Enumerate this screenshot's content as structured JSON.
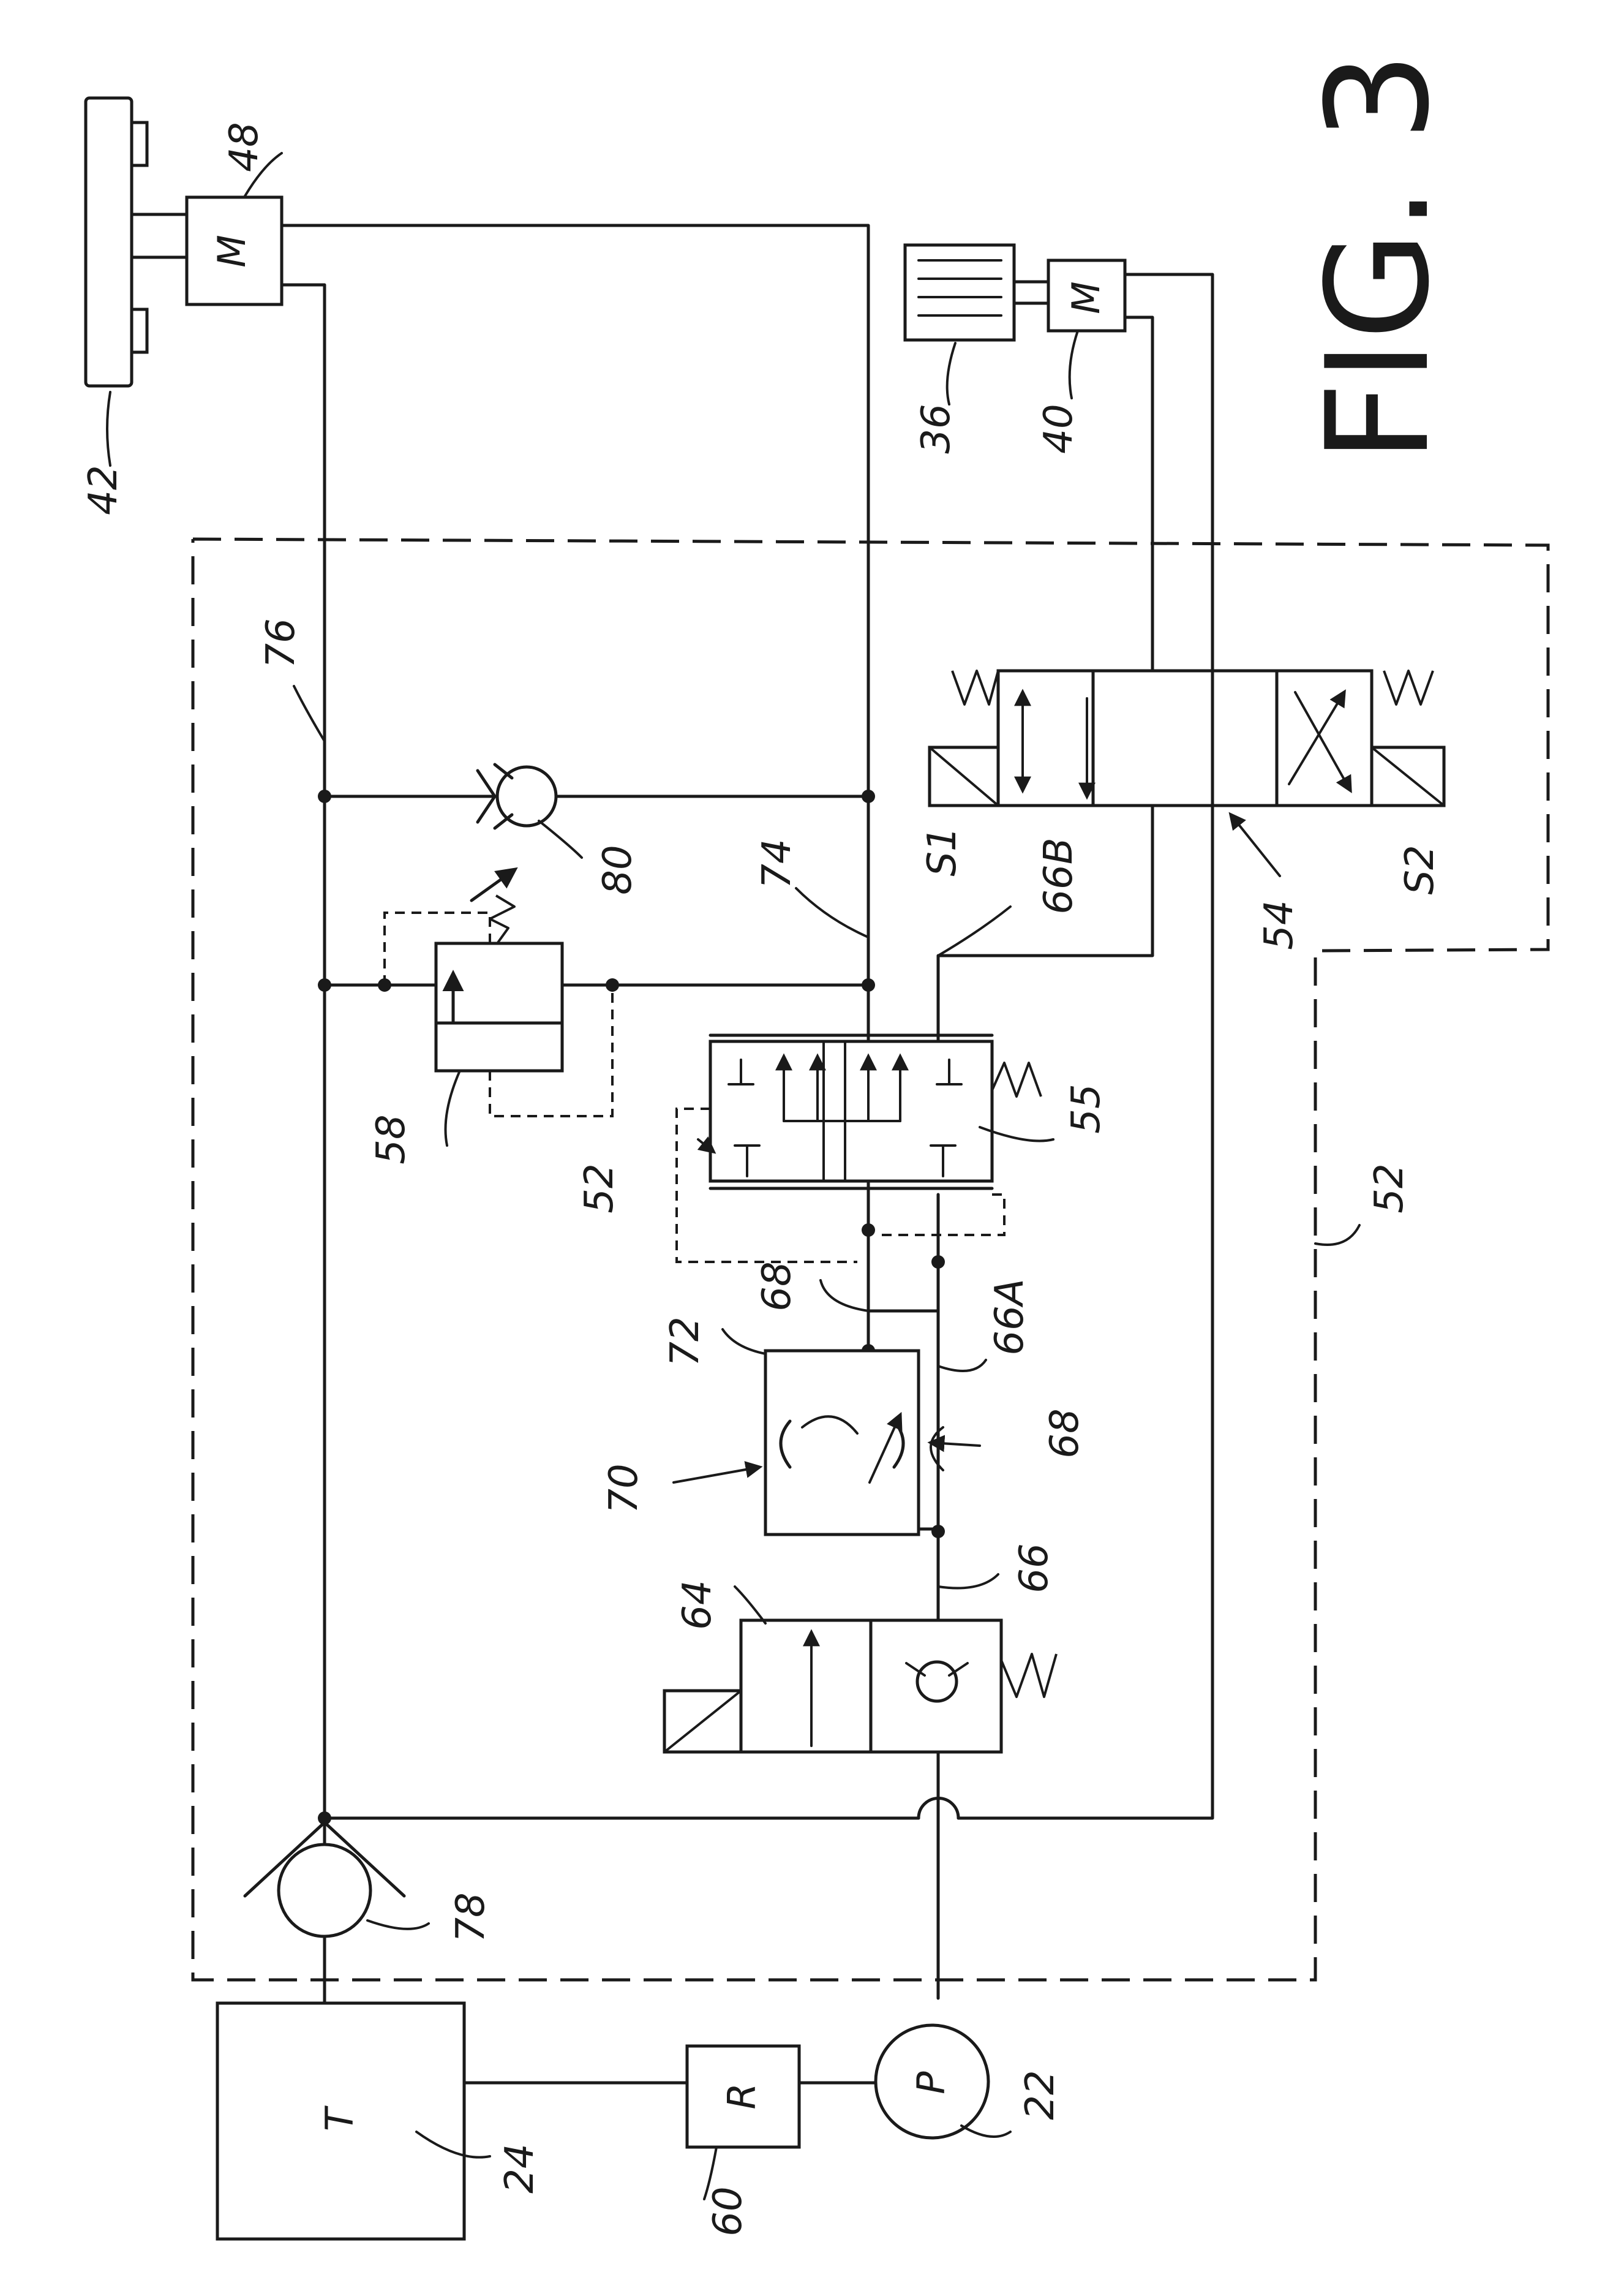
{
  "figure_title": "FIG. 3",
  "labels": {
    "l42": "42",
    "l48": "48",
    "l36": "36",
    "l40": "40",
    "l76": "76",
    "l74": "74",
    "l80": "80",
    "l58": "58",
    "l52a": "52",
    "l55": "55",
    "l66B": "66B",
    "lS1": "S1",
    "l54": "54",
    "lS2": "S2",
    "l52b": "52",
    "l68a": "68",
    "l72": "72",
    "l70": "70",
    "l68b": "68",
    "l66A": "66A",
    "l64": "64",
    "l66": "66",
    "l78": "78",
    "l24": "24",
    "l60": "60",
    "l22": "22"
  },
  "symbols": {
    "motor_48": "M",
    "motor_40": "M",
    "tank_24": "T",
    "restrictor_60": "R",
    "pump_22": "P"
  }
}
